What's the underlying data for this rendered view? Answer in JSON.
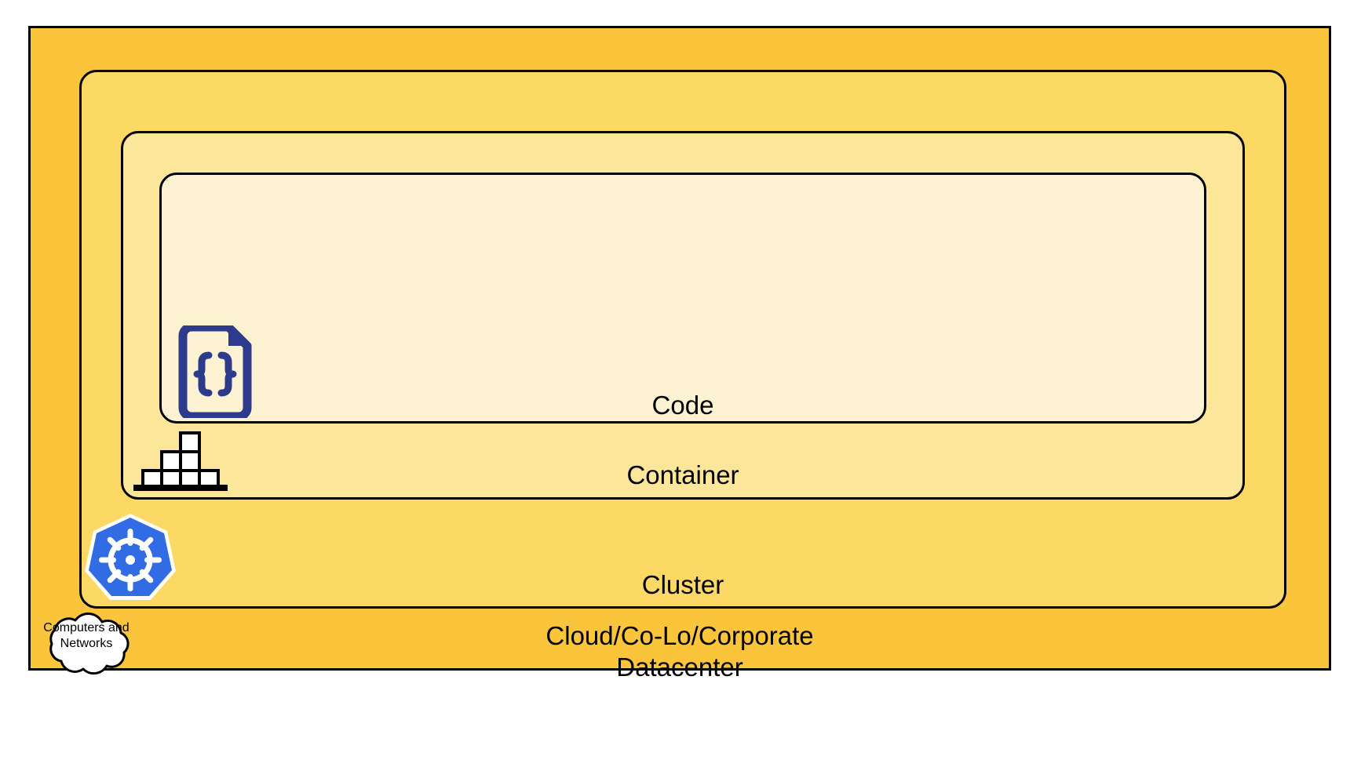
{
  "diagram": {
    "title": "Cloud Native Layers",
    "layers": [
      {
        "id": "datacenter",
        "label": "Cloud/Co-Lo/Corporate\nDatacenter",
        "fill": "#FAC53B",
        "stroke": "#000000"
      },
      {
        "id": "cluster",
        "label": "Cluster",
        "fill": "#FCD864",
        "stroke": "#000000"
      },
      {
        "id": "container",
        "label": "Container",
        "fill": "#FCE69A",
        "stroke": "#000000"
      },
      {
        "id": "code",
        "label": "Code",
        "fill": "#FDF3D3",
        "stroke": "#000000"
      }
    ],
    "icons": [
      {
        "id": "code-file",
        "name": "code-json-file-icon",
        "color": "#2E3A8C",
        "depicts": "document with folded corner containing curly braces"
      },
      {
        "id": "container-blocks",
        "name": "container-blocks-icon",
        "color": "#FFFFFF",
        "stroke": "#000000",
        "depicts": "stack of cargo boxes on a platform"
      },
      {
        "id": "kubernetes",
        "name": "kubernetes-helm-icon",
        "color": "#326CE5",
        "depicts": "blue heptagon with white ship helm wheel"
      }
    ],
    "callout": {
      "id": "computers-networks",
      "label": "Computers and\nNetworks",
      "fill": "#FFFFFF",
      "stroke": "#000000"
    }
  }
}
